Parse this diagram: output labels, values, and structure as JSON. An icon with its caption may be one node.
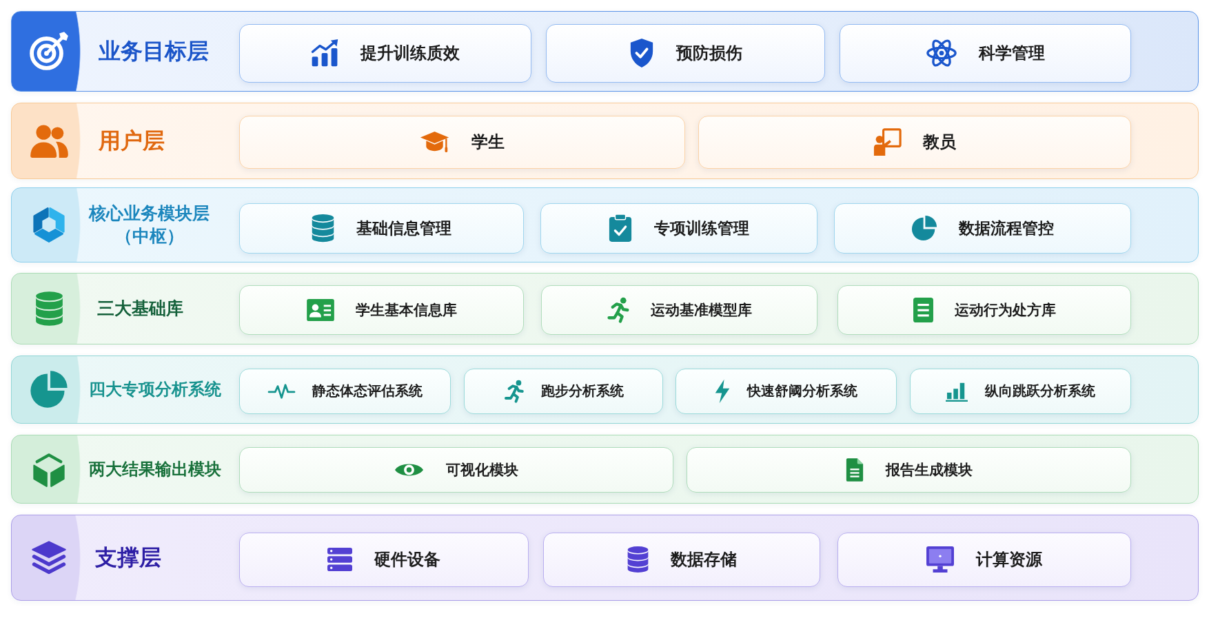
{
  "diagram": {
    "nodes": [
      {
        "text": [
          "业务目标层"
        ]
      },
      {
        "text": [
          "提升训练质效"
        ],
        "in": 0
      },
      {
        "text": [
          "预防损伤"
        ],
        "in": 0
      },
      {
        "text": [
          "科学管理"
        ],
        "in": 0
      },
      {
        "text": [
          "用户层"
        ]
      },
      {
        "text": [
          "学生"
        ],
        "in": 4
      },
      {
        "text": [
          "教员"
        ],
        "in": 4
      },
      {
        "text": [
          "核心业务模块层（中枢）"
        ]
      },
      {
        "text": [
          "基础信息管理"
        ],
        "in": 7
      },
      {
        "text": [
          "专项训练管理"
        ],
        "in": 7
      },
      {
        "text": [
          "数据流程管控"
        ],
        "in": 7
      },
      {
        "text": [
          "三大基础库"
        ]
      },
      {
        "text": [
          "学生基本信息库"
        ],
        "in": 11
      },
      {
        "text": [
          "运动基准模型库"
        ],
        "in": 11
      },
      {
        "text": [
          "运动行为处方库"
        ],
        "in": 11
      },
      {
        "text": [
          "四大专项分析系统"
        ]
      },
      {
        "text": [
          "静态体态评估系统"
        ],
        "in": 15
      },
      {
        "text": [
          "跑步分析系统"
        ],
        "in": 15
      },
      {
        "text": [
          "快速舒阈分析系统"
        ],
        "in": 15
      },
      {
        "text": [
          "纵向跳跃分析系统"
        ],
        "in": 15
      },
      {
        "text": [
          "两大结果输出模块"
        ]
      },
      {
        "text": [
          "可视化模块"
        ],
        "in": 20
      },
      {
        "text": [
          "报告生成模块"
        ],
        "in": 20
      },
      {
        "text": [
          "支撑层"
        ]
      },
      {
        "text": [
          "硬件设备"
        ],
        "in": 23
      },
      {
        "text": [
          "数据存储"
        ],
        "in": 23
      },
      {
        "text": [
          "计算资源"
        ],
        "in": 23
      }
    ]
  }
}
